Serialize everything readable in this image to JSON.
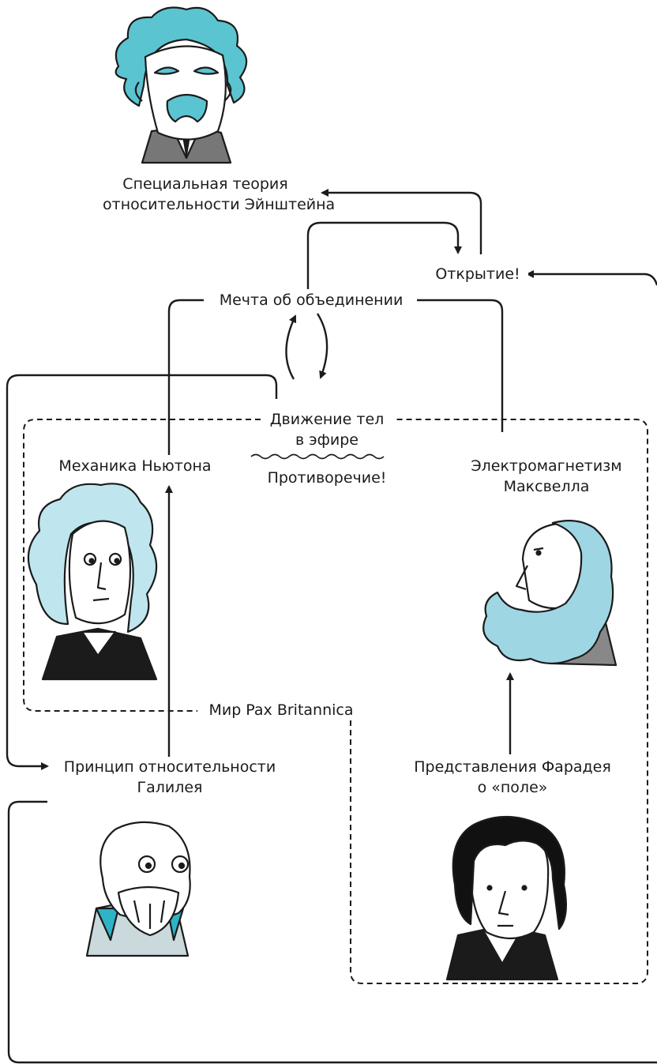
{
  "nodes": {
    "einstein": {
      "line1": "Специальная теория",
      "line2": "относительности Эйнштейна"
    },
    "discovery": {
      "text": "Открытие!"
    },
    "unification": {
      "text": "Мечта об объединении"
    },
    "ether_motion": {
      "line1": "Движение тел",
      "line2": "в эфире"
    },
    "contradiction": {
      "text": "Противоречие!"
    },
    "newton": {
      "text": "Механика Ньютона"
    },
    "maxwell": {
      "line1": "Электромагнетизм",
      "line2": "Максвелла"
    },
    "pax": {
      "text": "Мир Pax Britannica"
    },
    "galileo": {
      "line1": "Принцип относительности",
      "line2": "Галилея"
    },
    "faraday": {
      "line1": "Представления Фарадея",
      "line2": "о «поле»"
    }
  },
  "portraits": {
    "einstein": {
      "hair": "#5bc4d1",
      "suit": "#777777"
    },
    "newton": {
      "hair": "#bfe6ee"
    },
    "maxwell": {
      "hair": "#9fd6e4",
      "suit": "#888888"
    },
    "galileo": {
      "collar": "#2fb3c6",
      "cloth": "#c9d9dc"
    },
    "faraday": {
      "hair": "#111111"
    }
  },
  "colors": {
    "ink": "#1b1b1b",
    "background": "#ffffff"
  }
}
